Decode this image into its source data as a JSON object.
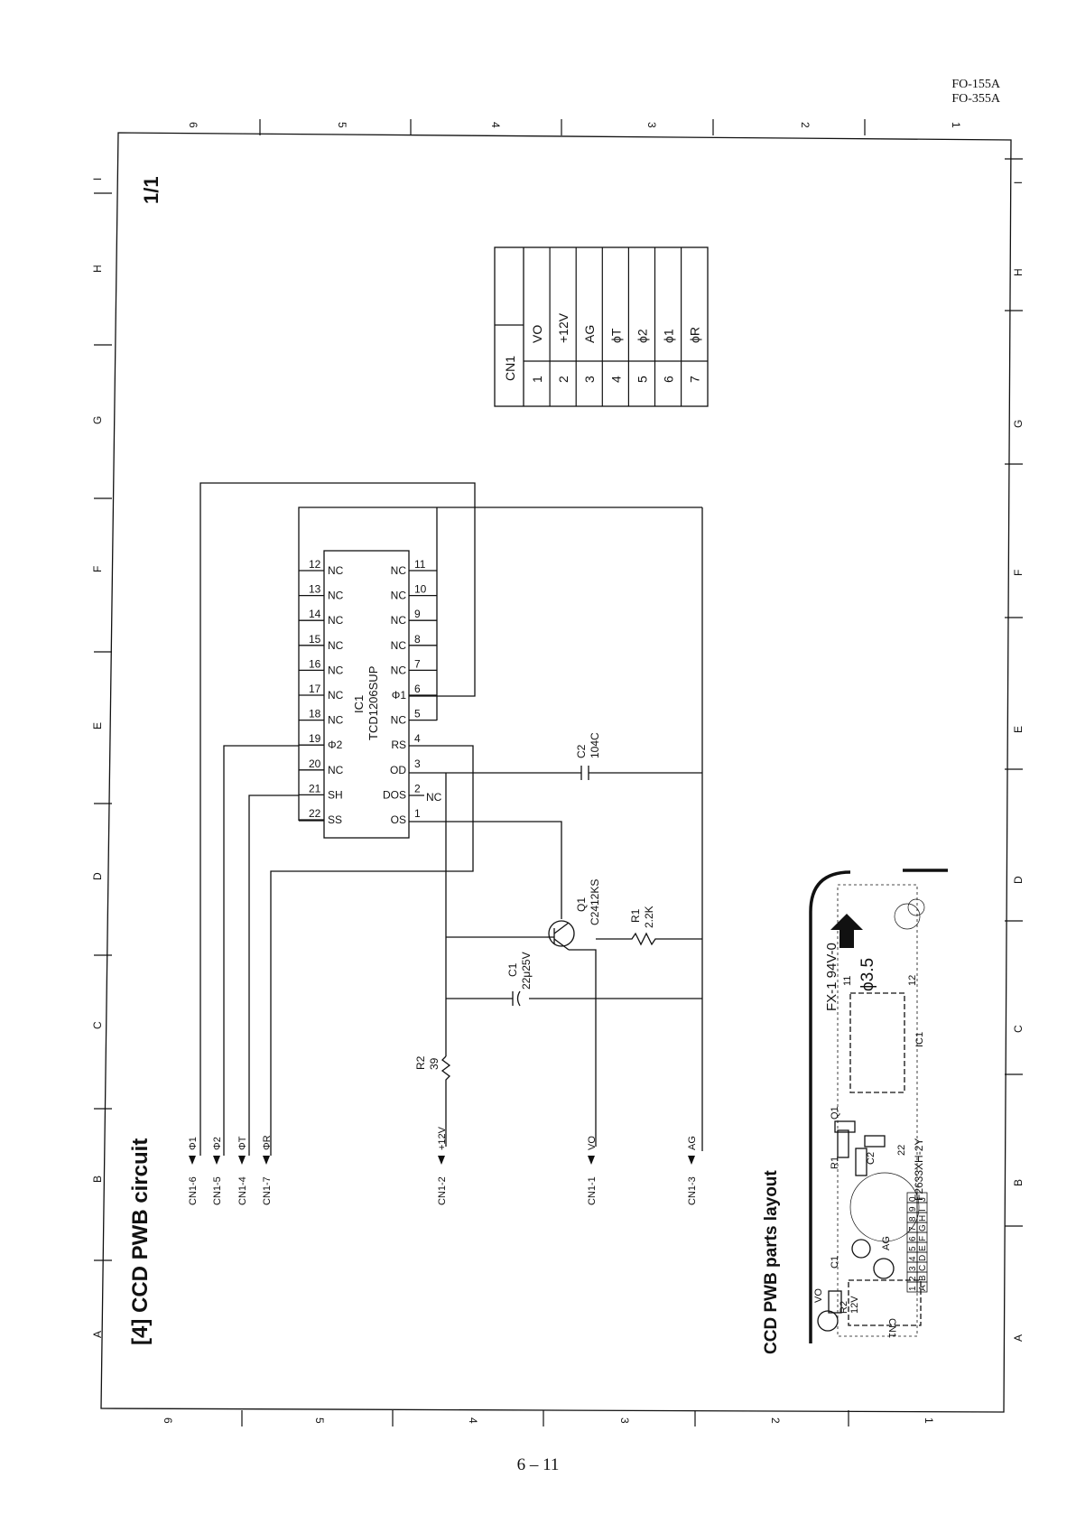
{
  "header": {
    "model_1": "FO-155A",
    "model_2": "FO-355A"
  },
  "page_number": "6 – 11",
  "sheet": "1/1",
  "titles": {
    "circuit": "[4] CCD PWB circuit",
    "layout": "CCD PWB parts layout"
  },
  "frame": {
    "cols": [
      "6",
      "5",
      "4",
      "3",
      "2",
      "1"
    ],
    "rows": [
      "A",
      "B",
      "C",
      "D",
      "E",
      "F",
      "G",
      "H",
      "I"
    ]
  },
  "ic": {
    "ref": "IC1",
    "part": "TCD1206SUP",
    "left_pins": [
      {
        "num": "12",
        "name": "NC"
      },
      {
        "num": "13",
        "name": "NC"
      },
      {
        "num": "14",
        "name": "NC"
      },
      {
        "num": "15",
        "name": "NC"
      },
      {
        "num": "16",
        "name": "NC"
      },
      {
        "num": "17",
        "name": "NC"
      },
      {
        "num": "18",
        "name": "NC"
      },
      {
        "num": "19",
        "name": "Φ2"
      },
      {
        "num": "20",
        "name": "NC"
      },
      {
        "num": "21",
        "name": "SH"
      },
      {
        "num": "22",
        "name": "SS"
      }
    ],
    "right_pins": [
      {
        "num": "11",
        "name": "NC"
      },
      {
        "num": "10",
        "name": "NC"
      },
      {
        "num": "9",
        "name": "NC"
      },
      {
        "num": "8",
        "name": "NC"
      },
      {
        "num": "7",
        "name": "NC"
      },
      {
        "num": "6",
        "name": "Φ1"
      },
      {
        "num": "5",
        "name": "NC"
      },
      {
        "num": "4",
        "name": "RS"
      },
      {
        "num": "3",
        "name": "OD"
      },
      {
        "num": "2",
        "name": "DOS"
      },
      {
        "num": "1",
        "name": "OS"
      }
    ],
    "nc_note": "NC"
  },
  "components": {
    "c2": {
      "ref": "C2",
      "value": "104C"
    },
    "q1": {
      "ref": "Q1",
      "value": "C2412KS"
    },
    "r1": {
      "ref": "R1",
      "value": "2.2K"
    },
    "c1": {
      "ref": "C1",
      "value": "22μ25V"
    },
    "r2": {
      "ref": "R2",
      "value": "39"
    }
  },
  "connectors": [
    {
      "id": "CN1-6",
      "signal": "Φ1"
    },
    {
      "id": "CN1-5",
      "signal": "Φ2"
    },
    {
      "id": "CN1-4",
      "signal": "ΦT"
    },
    {
      "id": "CN1-7",
      "signal": "ΦR"
    },
    {
      "id": "CN1-2",
      "signal": "+12V"
    },
    {
      "id": "CN1-1",
      "signal": "VO"
    },
    {
      "id": "CN1-3",
      "signal": "AG"
    }
  ],
  "cn1_table": {
    "header": "CN1",
    "rows": [
      {
        "pin": "1",
        "signal": "VO"
      },
      {
        "pin": "2",
        "signal": "+12V"
      },
      {
        "pin": "3",
        "signal": "AG"
      },
      {
        "pin": "4",
        "signal": "ϕT"
      },
      {
        "pin": "5",
        "signal": "ϕ2"
      },
      {
        "pin": "6",
        "signal": "ϕ1"
      },
      {
        "pin": "7",
        "signal": "ϕR"
      }
    ]
  },
  "pwb": {
    "board_code": "FX-1  94V-0",
    "hole": "ϕ3.5",
    "part_no": "F2633XH-2Y",
    "grid_top": [
      "1",
      "2",
      "3",
      "4",
      "5",
      "6",
      "7",
      "8",
      "9",
      "0"
    ],
    "grid_bottom": [
      "A",
      "B",
      "C",
      "D",
      "E",
      "F",
      "G",
      "H",
      "I",
      "J"
    ],
    "labels": {
      "vo": "VO",
      "v12": "12V",
      "r2": "R2",
      "c1": "C1",
      "ag": "AG",
      "cn1": "CN1",
      "r1": "R1",
      "c2": "C2",
      "q1": "Q1",
      "ic1": "IC1",
      "pin11": "11",
      "pin12": "12",
      "pin22": "22"
    }
  }
}
